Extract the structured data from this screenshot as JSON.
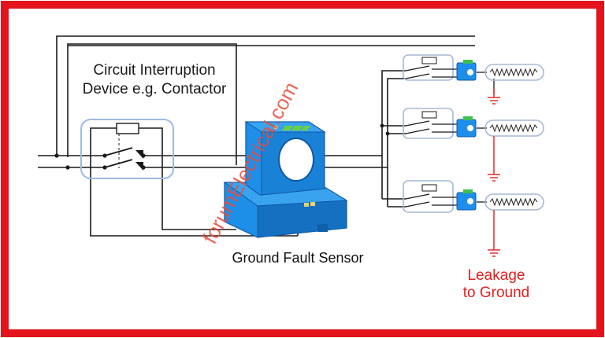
{
  "labels": {
    "device_line1": "Circuit Interruption",
    "device_line2": "Device e.g. Contactor",
    "sensor": "Ground Fault Sensor",
    "leak_line1": "Leakage",
    "leak_line2": "to Ground",
    "watermark": "forumElectrical.com"
  },
  "colors": {
    "frame": "#e3141b",
    "wire": "#1a1a1a",
    "device_box": "#9bbbe0",
    "sensor_body": "#1e8fe8",
    "sensor_shade": "#1570c2",
    "load_box": "#a6b9d6",
    "ground": "#e0201c",
    "leak_text": "#e0201c"
  },
  "icons": {
    "contactor": "contactor-switch-icon",
    "sensor": "current-transformer-icon",
    "heater": "resistor-heater-icon",
    "ground": "ground-symbol-icon"
  },
  "branches": [
    "branch-1",
    "branch-2",
    "branch-3"
  ]
}
